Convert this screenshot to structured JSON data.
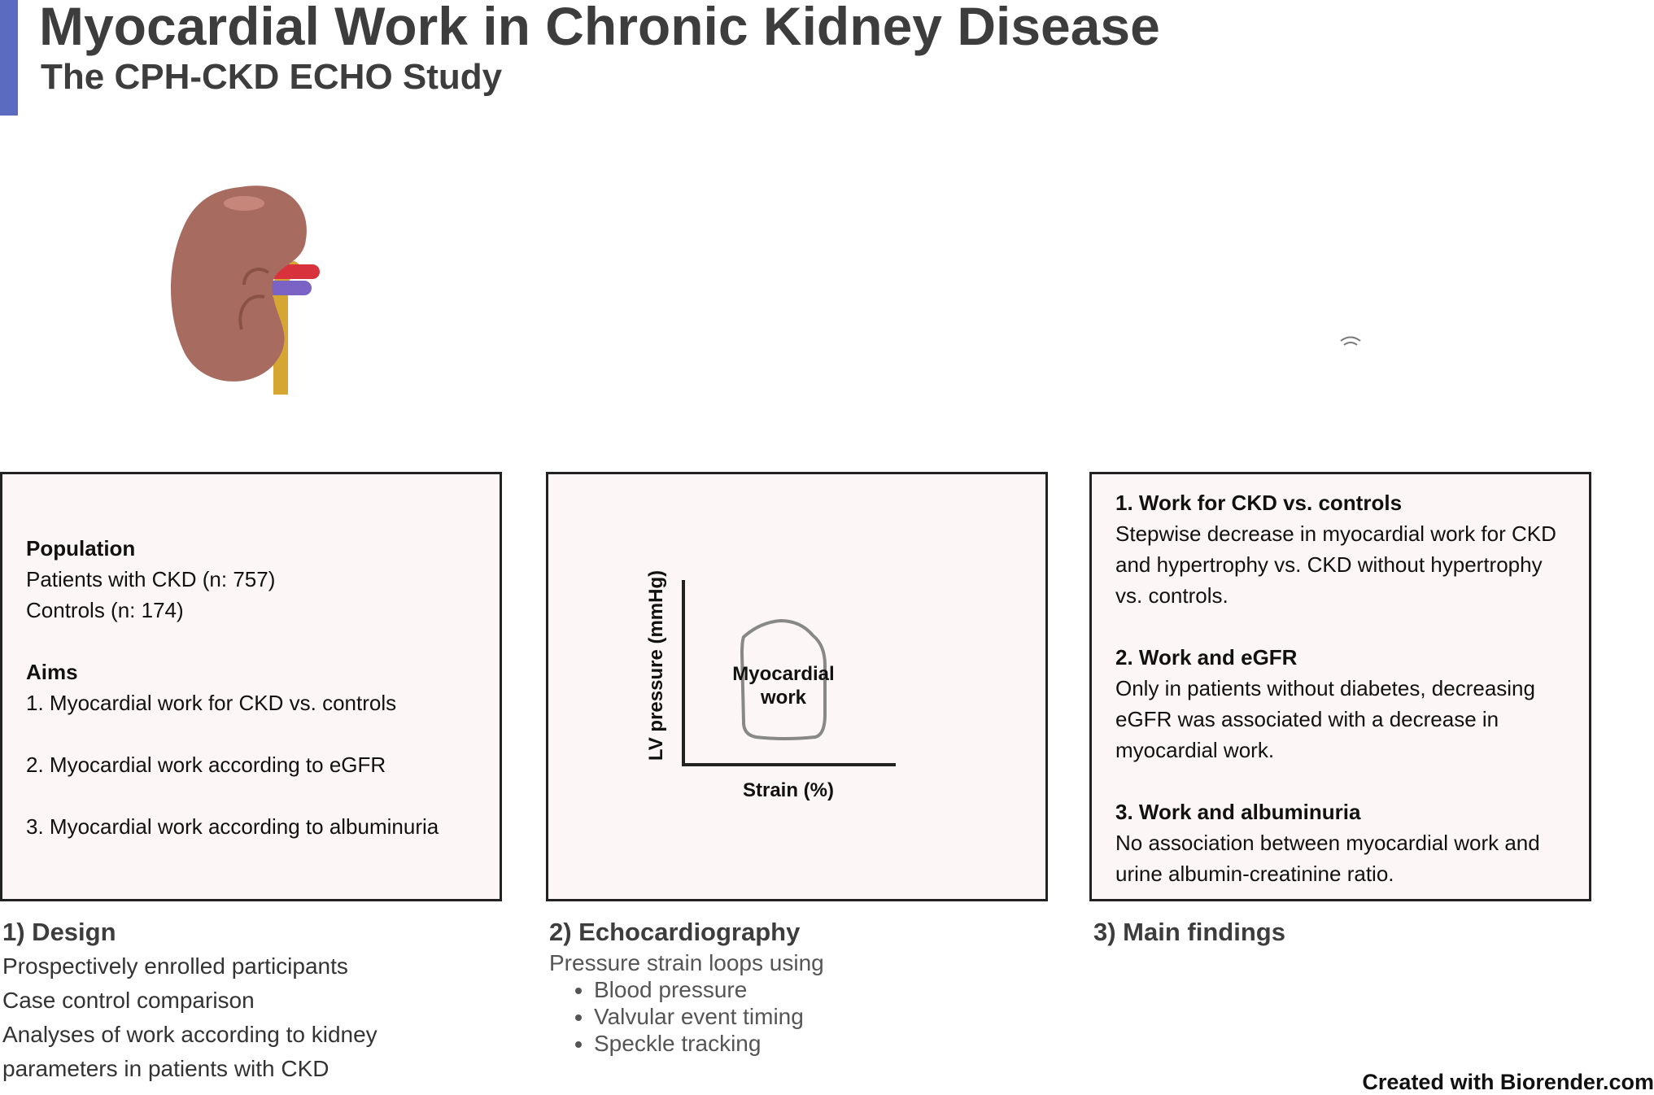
{
  "header": {
    "title": "Myocardial Work in Chronic Kidney Disease",
    "subtitle": "The CPH-CKD ECHO Study"
  },
  "icons": [
    "kidney-icon",
    "wifi-like-glyph-icon"
  ],
  "colors": {
    "accent_bar": "#5b6bbf",
    "panel_bg": "#fdf6f6",
    "kidney": "#a86b5f",
    "artery": "#d8323c",
    "vein": "#7b63c5",
    "ureter": "#d6a632"
  },
  "design_panel": {
    "population_heading": "Population",
    "population_lines": [
      "Patients with CKD (n: 757)",
      "Controls (n: 174)"
    ],
    "aims_heading": "Aims",
    "aims": [
      "1. Myocardial work for CKD vs. controls",
      "2. Myocardial work according to eGFR",
      "3. Myocardial work according to albuminuria"
    ]
  },
  "echo_panel": {
    "ylabel": "LV pressure (mmHg)",
    "xlabel": "Strain (%)",
    "loop_label_line1": "Myocardial",
    "loop_label_line2": "work"
  },
  "findings_panel": {
    "items": [
      {
        "heading": "1. Work for CKD vs. controls",
        "lines": [
          "Stepwise decrease in myocardial work for CKD",
          "and hypertrophy vs. CKD without hypertrophy",
          "vs. controls."
        ]
      },
      {
        "heading": "2. Work and eGFR",
        "lines": [
          "Only in patients without diabetes, decreasing",
          "eGFR was associated with a decrease in",
          "myocardial work."
        ]
      },
      {
        "heading": "3. Work and albuminuria",
        "lines": [
          "No association between myocardial work and",
          "urine albumin-creatinine ratio."
        ]
      }
    ]
  },
  "captions": {
    "design": {
      "title": "1) Design",
      "lines": [
        "Prospectively enrolled participants",
        "Case control comparison",
        "Analyses of work according to kidney",
        "parameters in patients with CKD"
      ]
    },
    "echo": {
      "title": "2) Echocardiography",
      "intro": "Pressure strain loops using",
      "bullets": [
        "Blood pressure",
        "Valvular event timing",
        "Speckle tracking"
      ]
    },
    "findings": {
      "title": "3) Main findings"
    }
  },
  "credit": "Created with Biorender.com"
}
